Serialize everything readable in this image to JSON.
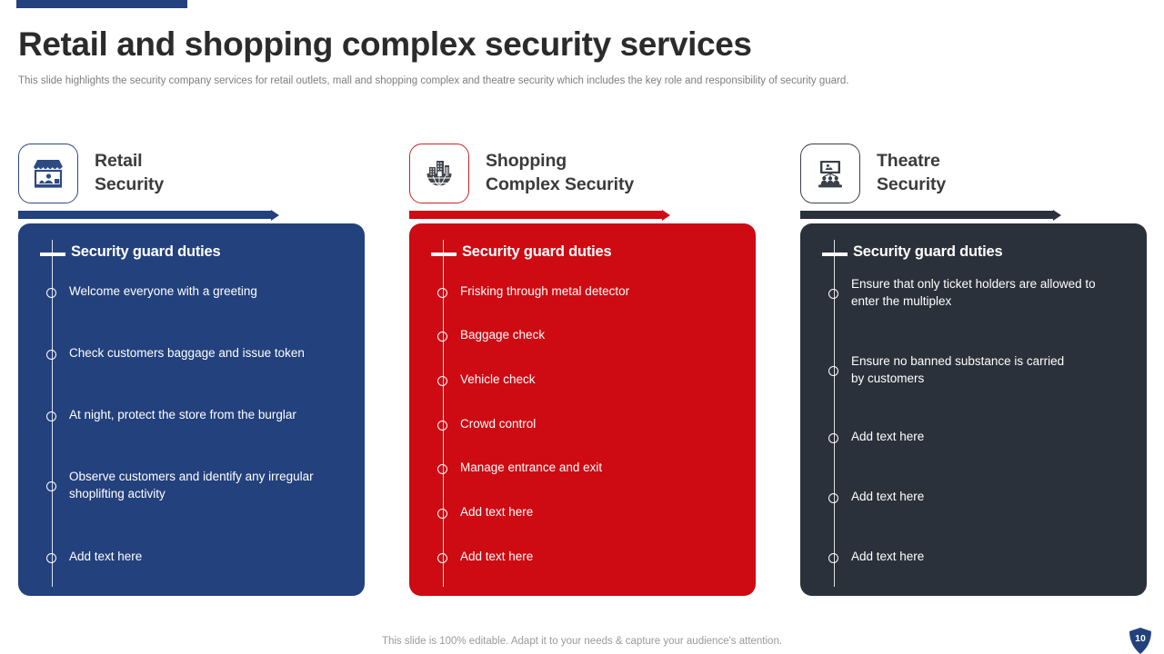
{
  "slide": {
    "title": "Retail and shopping complex security services",
    "subtitle": "This slide highlights the security company services for retail outlets, mall and shopping complex and theatre security which includes the key role and responsibility of security guard.",
    "footer_note": "This slide is 100% editable. Adapt it to your needs & capture your audience's attention.",
    "page_number": "10"
  },
  "colors": {
    "blue": "#23417d",
    "red": "#ce0a12",
    "dark": "#2b313a",
    "title_text": "#2b2b2b",
    "subtitle_text": "#7e7e7e",
    "footer_text": "#9a9a9a",
    "panel_text": "#ffffff"
  },
  "columns": [
    {
      "id": "retail-security",
      "icon": "storefront-icon",
      "heading": "Retail\nSecurity",
      "accent": "#23417d",
      "panel_title": "Security guard duties",
      "items": [
        "Welcome everyone with a greeting",
        "Check customers baggage and issue token",
        "At night, protect the store from the burglar",
        "Observe customers and identify any irregular\nshoplifting activity",
        "Add text here"
      ]
    },
    {
      "id": "shopping-complex-security",
      "icon": "buildings-globe-icon",
      "heading": "Shopping\nComplex Security",
      "accent": "#ce0a12",
      "panel_title": "Security guard duties",
      "items": [
        "Frisking through metal detector",
        "Baggage check",
        "Vehicle check",
        "Crowd control",
        "Manage entrance and exit",
        "Add text here",
        "Add text here"
      ]
    },
    {
      "id": "theatre-security",
      "icon": "cinema-screen-icon",
      "heading": "Theatre\nSecurity",
      "accent": "#2b313a",
      "panel_title": "Security guard duties",
      "items": [
        "Ensure that only ticket holders are allowed to\nenter the multiplex",
        "Ensure no banned substance is carried\nby customers",
        "Add text here",
        "Add text here",
        "Add text here"
      ]
    }
  ]
}
